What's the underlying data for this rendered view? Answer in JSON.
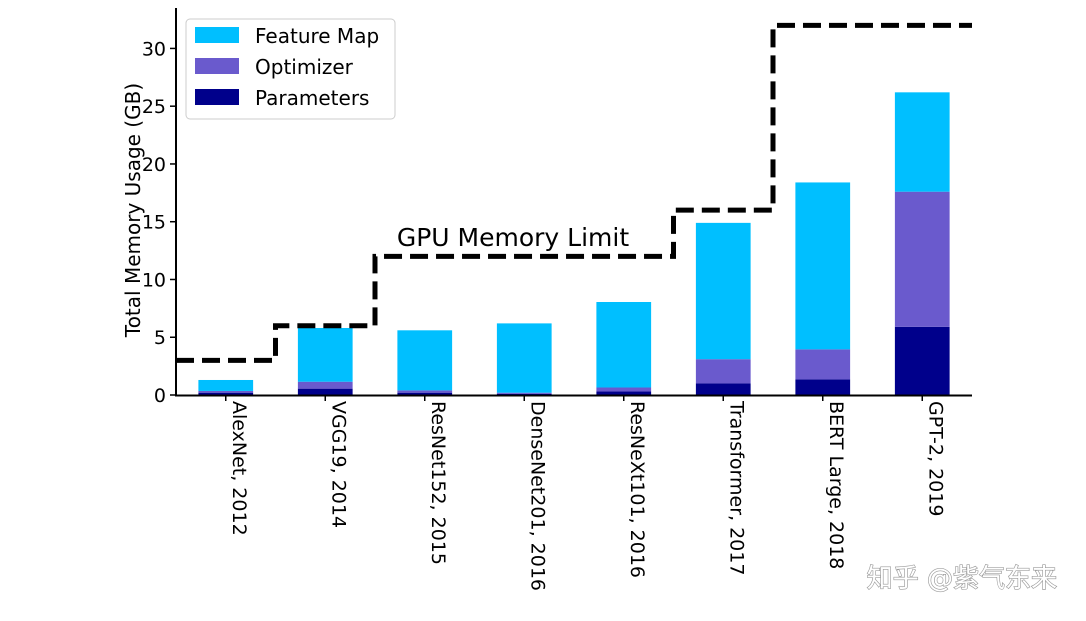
{
  "chart_data": {
    "type": "bar",
    "stacked": true,
    "categories": [
      "AlexNet, 2012",
      "VGG19, 2014",
      "ResNet152, 2015",
      "DenseNet201, 2016",
      "ResNeXt101, 2016",
      "Transformer, 2017",
      "BERT Large, 2018",
      "GPT-2, 2019"
    ],
    "series": [
      {
        "name": "Parameters",
        "color": "#00008b",
        "values": [
          0.2,
          0.55,
          0.2,
          0.1,
          0.3,
          1.0,
          1.35,
          5.9
        ]
      },
      {
        "name": "Optimizer",
        "color": "#6a5acd",
        "values": [
          0.15,
          0.6,
          0.2,
          0.1,
          0.35,
          2.1,
          2.6,
          11.7
        ]
      },
      {
        "name": "Feature Map",
        "color": "#00bfff",
        "values": [
          0.95,
          4.65,
          5.2,
          6.0,
          7.4,
          11.8,
          14.45,
          8.6
        ]
      }
    ],
    "legend_order": [
      "Feature Map",
      "Optimizer",
      "Parameters"
    ],
    "legend_position": "top-left",
    "gpu_memory_limit": {
      "label": "GPU Memory Limit",
      "values": [
        3,
        6,
        12,
        12,
        12,
        16,
        32,
        32
      ],
      "style": "dashed step",
      "color": "#000000"
    },
    "ylabel": "Total Memory Usage (GB)",
    "xlabel": "",
    "ylim": [
      0,
      33.5
    ],
    "yticks": [
      0,
      5,
      10,
      15,
      20,
      25,
      30
    ],
    "grid": false
  },
  "watermark": "知乎 @紫气东来"
}
